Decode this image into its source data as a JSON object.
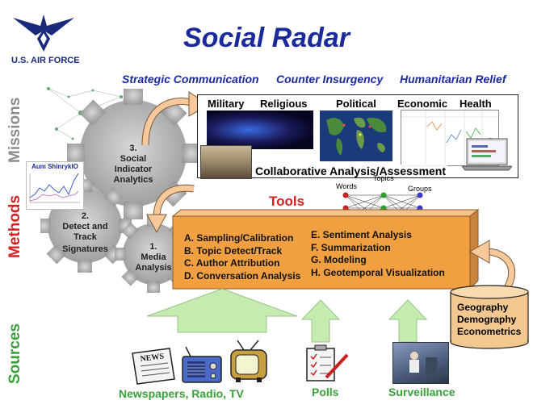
{
  "title": "Social Radar",
  "logo": {
    "text": "U.S. AIR FORCE",
    "icon": "air-force-wings-icon"
  },
  "missions": {
    "labels": [
      "Strategic Communication",
      "Counter Insurgency",
      "Humanitarian Relief"
    ],
    "panel_headings": [
      "Military",
      "Religious",
      "Political",
      "Economic",
      "Health"
    ],
    "panel_caption": "Collaborative Analysis/Assessment"
  },
  "sections": {
    "missions": "Missions",
    "methods": "Methods",
    "sources": "Sources"
  },
  "gears": {
    "analytics": [
      "3.",
      "Social",
      "Indicator",
      "Analytics"
    ],
    "detect": [
      "2.",
      "Detect and",
      "Track",
      "Signatures"
    ],
    "media": [
      "1.",
      "Media",
      "Analysis"
    ]
  },
  "mini_chart": {
    "label": "Aum ShinrykIO"
  },
  "tools": {
    "title": "Tools",
    "left_items": [
      "A. Sampling/Calibration",
      "B. Topic Detect/Track",
      "C. Author Attribution",
      "D. Conversation Analysis"
    ],
    "right_items": [
      "E. Sentiment Analysis",
      "F. Summarization",
      "G. Modeling",
      "H. Geotemporal Visualization"
    ]
  },
  "network": {
    "words": "Words",
    "topics": "Topics",
    "groups": "Groups"
  },
  "cylinder": [
    "Geography",
    "Demography",
    "Econometrics"
  ],
  "sources": {
    "media": "Newspapers, Radio, TV",
    "polls": "Polls",
    "surveillance": "Surveillance"
  },
  "colors": {
    "title_blue": "#1b2a9a",
    "missions_gray": "#8c8c8c",
    "methods_red": "#d62020",
    "sources_green": "#3aa13a",
    "tools_orange": "#f0a040",
    "arrow_green": "#c4ecb0"
  }
}
